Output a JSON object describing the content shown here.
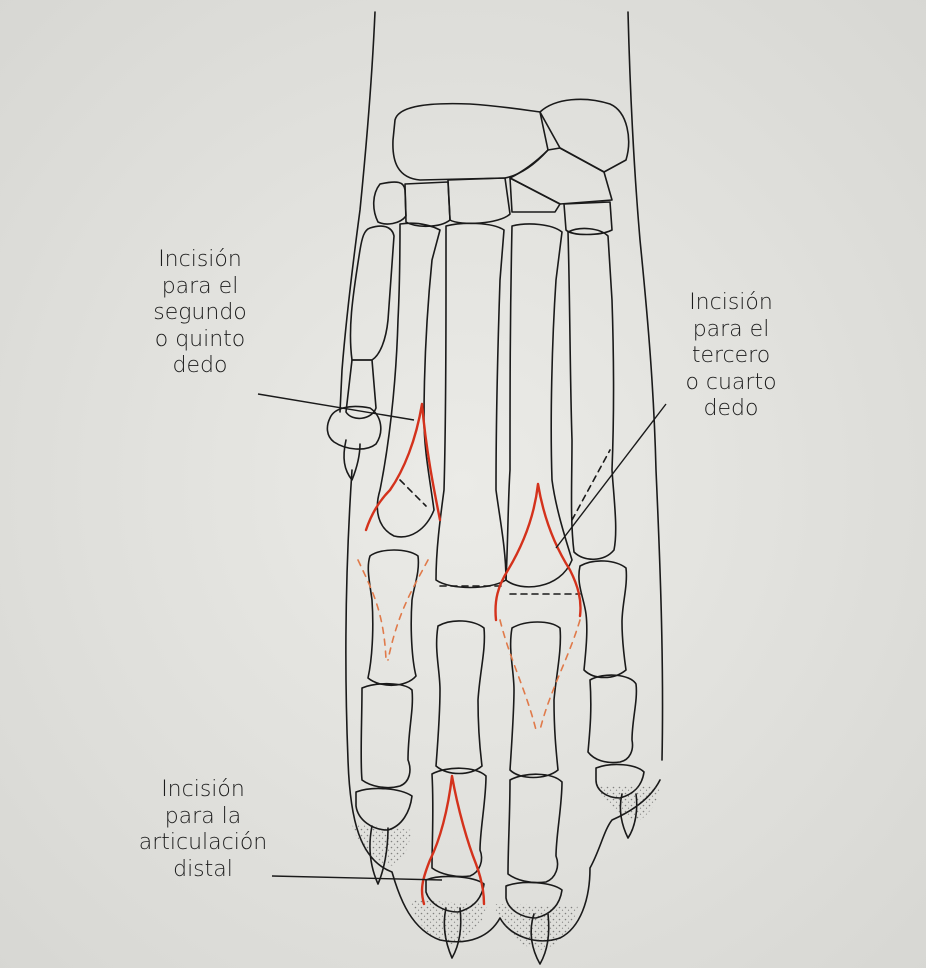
{
  "labels": {
    "second_fifth": {
      "lines": [
        "Incisión",
        "para el",
        "segundo",
        "o quinto",
        "dedo"
      ]
    },
    "third_fourth": {
      "lines": [
        "Incisión",
        "para el",
        "tercero",
        "o cuarto",
        "dedo"
      ]
    },
    "distal_joint": {
      "lines": [
        "Incisión",
        "para la",
        "articulación",
        "distal"
      ]
    }
  },
  "colors": {
    "paper": "#e6e6e2",
    "bone_outline": "#1a1a1a",
    "incision": "#d4321c",
    "incision_dashed": "#e07a4a"
  }
}
